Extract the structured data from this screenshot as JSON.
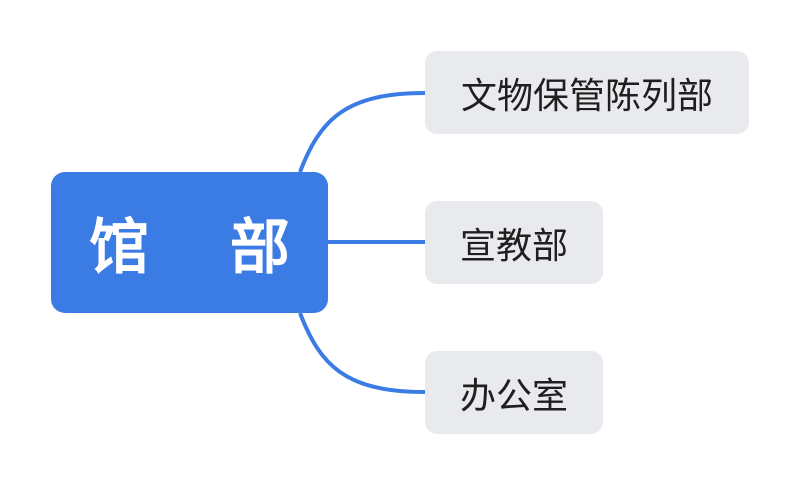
{
  "diagram": {
    "type": "mind-map",
    "root": {
      "label": "馆 部"
    },
    "children": [
      {
        "label": "文物保管陈列部"
      },
      {
        "label": "宣教部"
      },
      {
        "label": "办公室"
      }
    ],
    "colors": {
      "root_fill": "#3b7be4",
      "root_text": "#ffffff",
      "child_fill": "#e8eaed",
      "child_text": "#1f1f1f",
      "connector": "#3b7be4"
    }
  }
}
